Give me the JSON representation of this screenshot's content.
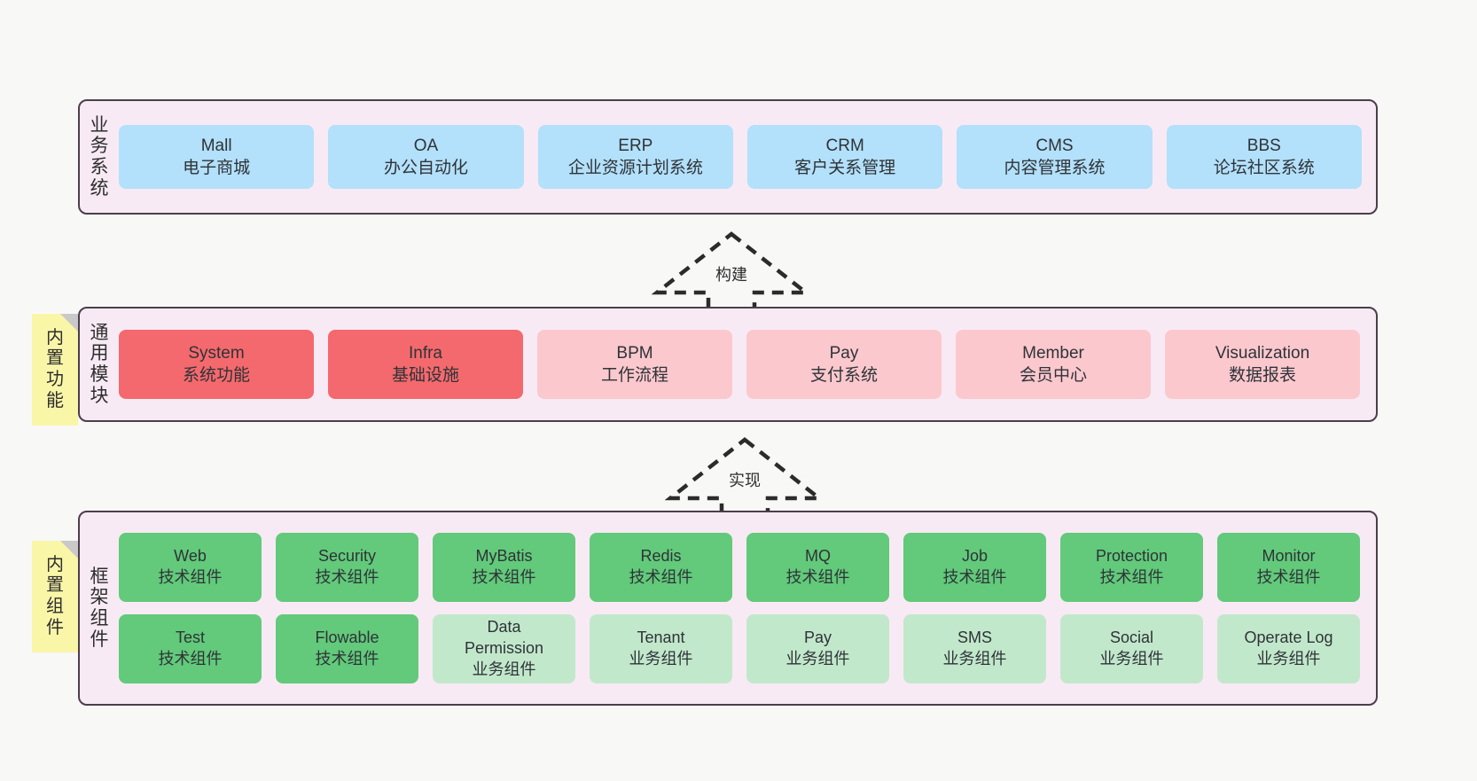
{
  "diagram": {
    "title_layers": [
      "业务系统",
      "通用模块",
      "框架组件"
    ],
    "layers": [
      {
        "id": "business",
        "label": "业务系统",
        "label_chars": [
          "业",
          "务",
          "系",
          "统"
        ],
        "rows": [
          {
            "cards": [
              {
                "name": "Mall",
                "desc": "电子商城",
                "color": "#B3E0FA",
                "style": "blue"
              },
              {
                "name": "OA",
                "desc": "办公自动化",
                "color": "#B3E0FA",
                "style": "blue"
              },
              {
                "name": "ERP",
                "desc": "企业资源计划系统",
                "color": "#B3E0FA",
                "style": "blue"
              },
              {
                "name": "CRM",
                "desc": "客户关系管理",
                "color": "#B3E0FA",
                "style": "blue"
              },
              {
                "name": "CMS",
                "desc": "内容管理系统",
                "color": "#B3E0FA",
                "style": "blue"
              },
              {
                "name": "BBS",
                "desc": "论坛社区系统",
                "color": "#B3E0FA",
                "style": "blue"
              }
            ]
          }
        ]
      },
      {
        "id": "modules",
        "label": "通用模块",
        "label_chars": [
          "通",
          "用",
          "模",
          "块"
        ],
        "note": {
          "label": "内置功能",
          "chars": [
            "内",
            "置",
            "功",
            "能"
          ],
          "color": "#FAF6A8"
        },
        "rows": [
          {
            "cards": [
              {
                "name": "System",
                "desc": "系统功能",
                "color": "#F4696D",
                "style": "red"
              },
              {
                "name": "Infra",
                "desc": "基础设施",
                "color": "#F4696D",
                "style": "red"
              },
              {
                "name": "BPM",
                "desc": "工作流程",
                "color": "#FBC8CE",
                "style": "pink"
              },
              {
                "name": "Pay",
                "desc": "支付系统",
                "color": "#FBC8CE",
                "style": "pink"
              },
              {
                "name": "Member",
                "desc": "会员中心",
                "color": "#FBC8CE",
                "style": "pink"
              },
              {
                "name": "Visualization",
                "desc": "数据报表",
                "color": "#FBC8CE",
                "style": "pink"
              }
            ]
          }
        ]
      },
      {
        "id": "framework",
        "label": "框架组件",
        "label_chars": [
          "框",
          "架",
          "组",
          "件"
        ],
        "note": {
          "label": "内置组件",
          "chars": [
            "内",
            "置",
            "组",
            "件"
          ],
          "color": "#FAF6A8"
        },
        "rows": [
          {
            "cards": [
              {
                "name": "Web",
                "desc": "技术组件",
                "color": "#62CA7A",
                "style": "green"
              },
              {
                "name": "Security",
                "desc": "技术组件",
                "color": "#62CA7A",
                "style": "green"
              },
              {
                "name": "MyBatis",
                "desc": "技术组件",
                "color": "#62CA7A",
                "style": "green"
              },
              {
                "name": "Redis",
                "desc": "技术组件",
                "color": "#62CA7A",
                "style": "green"
              },
              {
                "name": "MQ",
                "desc": "技术组件",
                "color": "#62CA7A",
                "style": "green"
              },
              {
                "name": "Job",
                "desc": "技术组件",
                "color": "#62CA7A",
                "style": "green"
              },
              {
                "name": "Protection",
                "desc": "技术组件",
                "color": "#62CA7A",
                "style": "green"
              },
              {
                "name": "Monitor",
                "desc": "技术组件",
                "color": "#62CA7A",
                "style": "green"
              }
            ]
          },
          {
            "cards": [
              {
                "name": "Test",
                "desc": "技术组件",
                "color": "#62CA7A",
                "style": "green"
              },
              {
                "name": "Flowable",
                "desc": "技术组件",
                "color": "#62CA7A",
                "style": "green"
              },
              {
                "name": "Data\nPermission",
                "desc": "业务组件",
                "color": "#C2E8CB",
                "style": "lightgreen"
              },
              {
                "name": "Tenant",
                "desc": "业务组件",
                "color": "#C2E8CB",
                "style": "lightgreen"
              },
              {
                "name": "Pay",
                "desc": "业务组件",
                "color": "#C2E8CB",
                "style": "lightgreen"
              },
              {
                "name": "SMS",
                "desc": "业务组件",
                "color": "#C2E8CB",
                "style": "lightgreen"
              },
              {
                "name": "Social",
                "desc": "业务组件",
                "color": "#C2E8CB",
                "style": "lightgreen"
              },
              {
                "name": "Operate Log",
                "desc": "业务组件",
                "color": "#C2E8CB",
                "style": "lightgreen"
              }
            ]
          }
        ]
      }
    ],
    "connectors": [
      {
        "id": "build",
        "label": "构建",
        "from": "通用模块",
        "to": "业务系统",
        "style": "dashed-hollow-arrow-up"
      },
      {
        "id": "impl",
        "label": "实现",
        "from": "框架组件",
        "to": "通用模块",
        "style": "dashed-hollow-arrow-up"
      }
    ],
    "colors": {
      "background": "#F8F8F7",
      "layer_fill": "#F8EAF4",
      "layer_border": "#4A3F4A",
      "note_fill": "#FAF6A8",
      "note_fold": "#C9C9C9",
      "text": "#2E3338",
      "blue": "#B3E0FA",
      "red": "#F4696D",
      "pink": "#FBC8CE",
      "green": "#62CA7A",
      "lightgreen": "#C2E8CB"
    }
  }
}
